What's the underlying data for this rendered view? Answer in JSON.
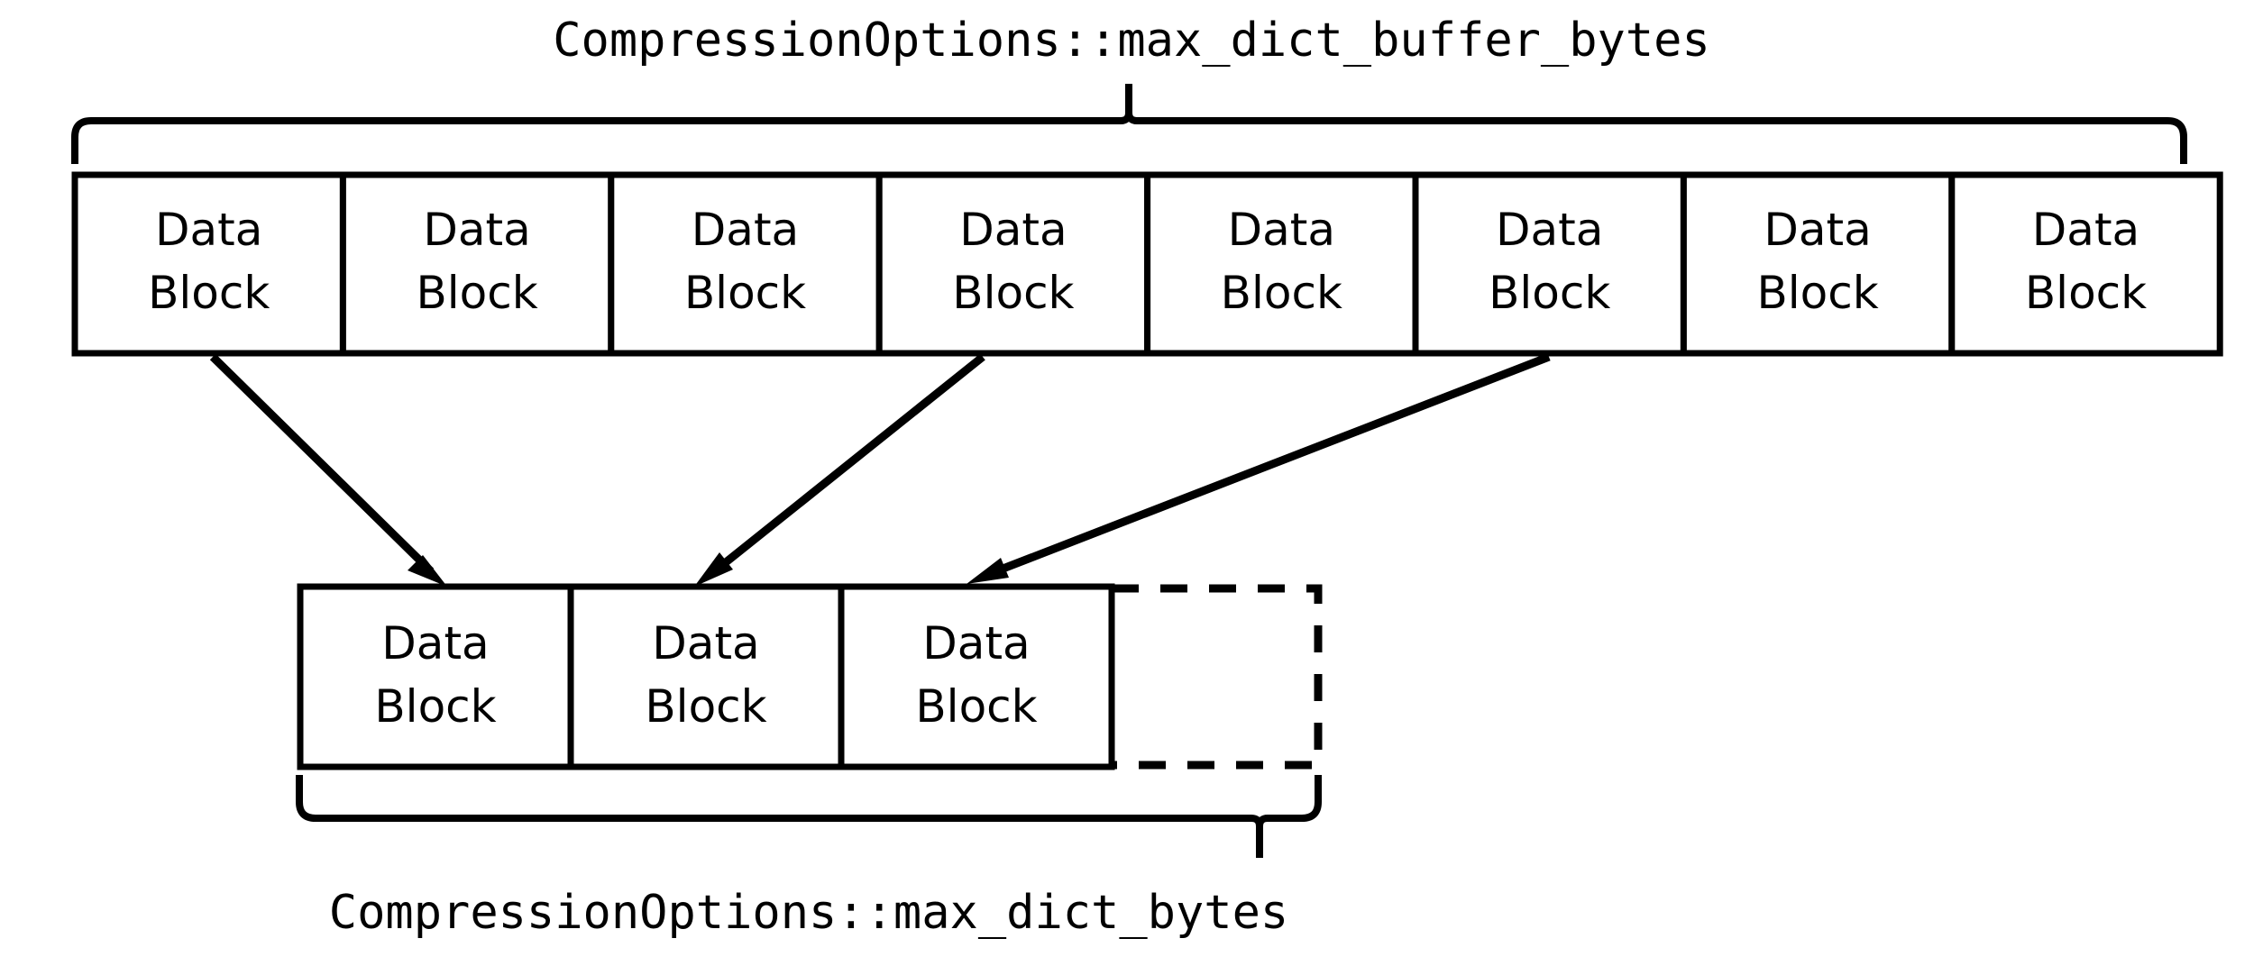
{
  "diagram": {
    "title_top": "CompressionOptions::max_dict_buffer_bytes",
    "title_bottom": "CompressionOptions::max_dict_bytes",
    "block_label_line1": "Data",
    "block_label_line2": "Block",
    "colors": {
      "stroke": "#000000",
      "fill": "#ffffff",
      "background": "#ffffff"
    },
    "top_row": {
      "name": "buffered-data-blocks-row",
      "count": 8,
      "blocks": [
        {
          "label_line1": "Data",
          "label_line2": "Block"
        },
        {
          "label_line1": "Data",
          "label_line2": "Block"
        },
        {
          "label_line1": "Data",
          "label_line2": "Block"
        },
        {
          "label_line1": "Data",
          "label_line2": "Block"
        },
        {
          "label_line1": "Data",
          "label_line2": "Block"
        },
        {
          "label_line1": "Data",
          "label_line2": "Block"
        },
        {
          "label_line1": "Data",
          "label_line2": "Block"
        },
        {
          "label_line1": "Data",
          "label_line2": "Block"
        }
      ]
    },
    "bottom_row": {
      "name": "dictionary-data-blocks-row",
      "solid_count": 3,
      "blocks": [
        {
          "label_line1": "Data",
          "label_line2": "Block"
        },
        {
          "label_line1": "Data",
          "label_line2": "Block"
        },
        {
          "label_line1": "Data",
          "label_line2": "Block"
        }
      ],
      "placeholder": {
        "style": "dashed",
        "label": ""
      }
    },
    "arrows": [
      {
        "from_block_index": 0,
        "to_block_index": 0
      },
      {
        "from_block_index": 3,
        "to_block_index": 1
      },
      {
        "from_block_index": 5,
        "to_block_index": 2
      }
    ],
    "braces": [
      {
        "name": "top-brace",
        "label_ref": "title_top",
        "direction": "up"
      },
      {
        "name": "bottom-brace",
        "label_ref": "title_bottom",
        "direction": "down"
      }
    ]
  }
}
